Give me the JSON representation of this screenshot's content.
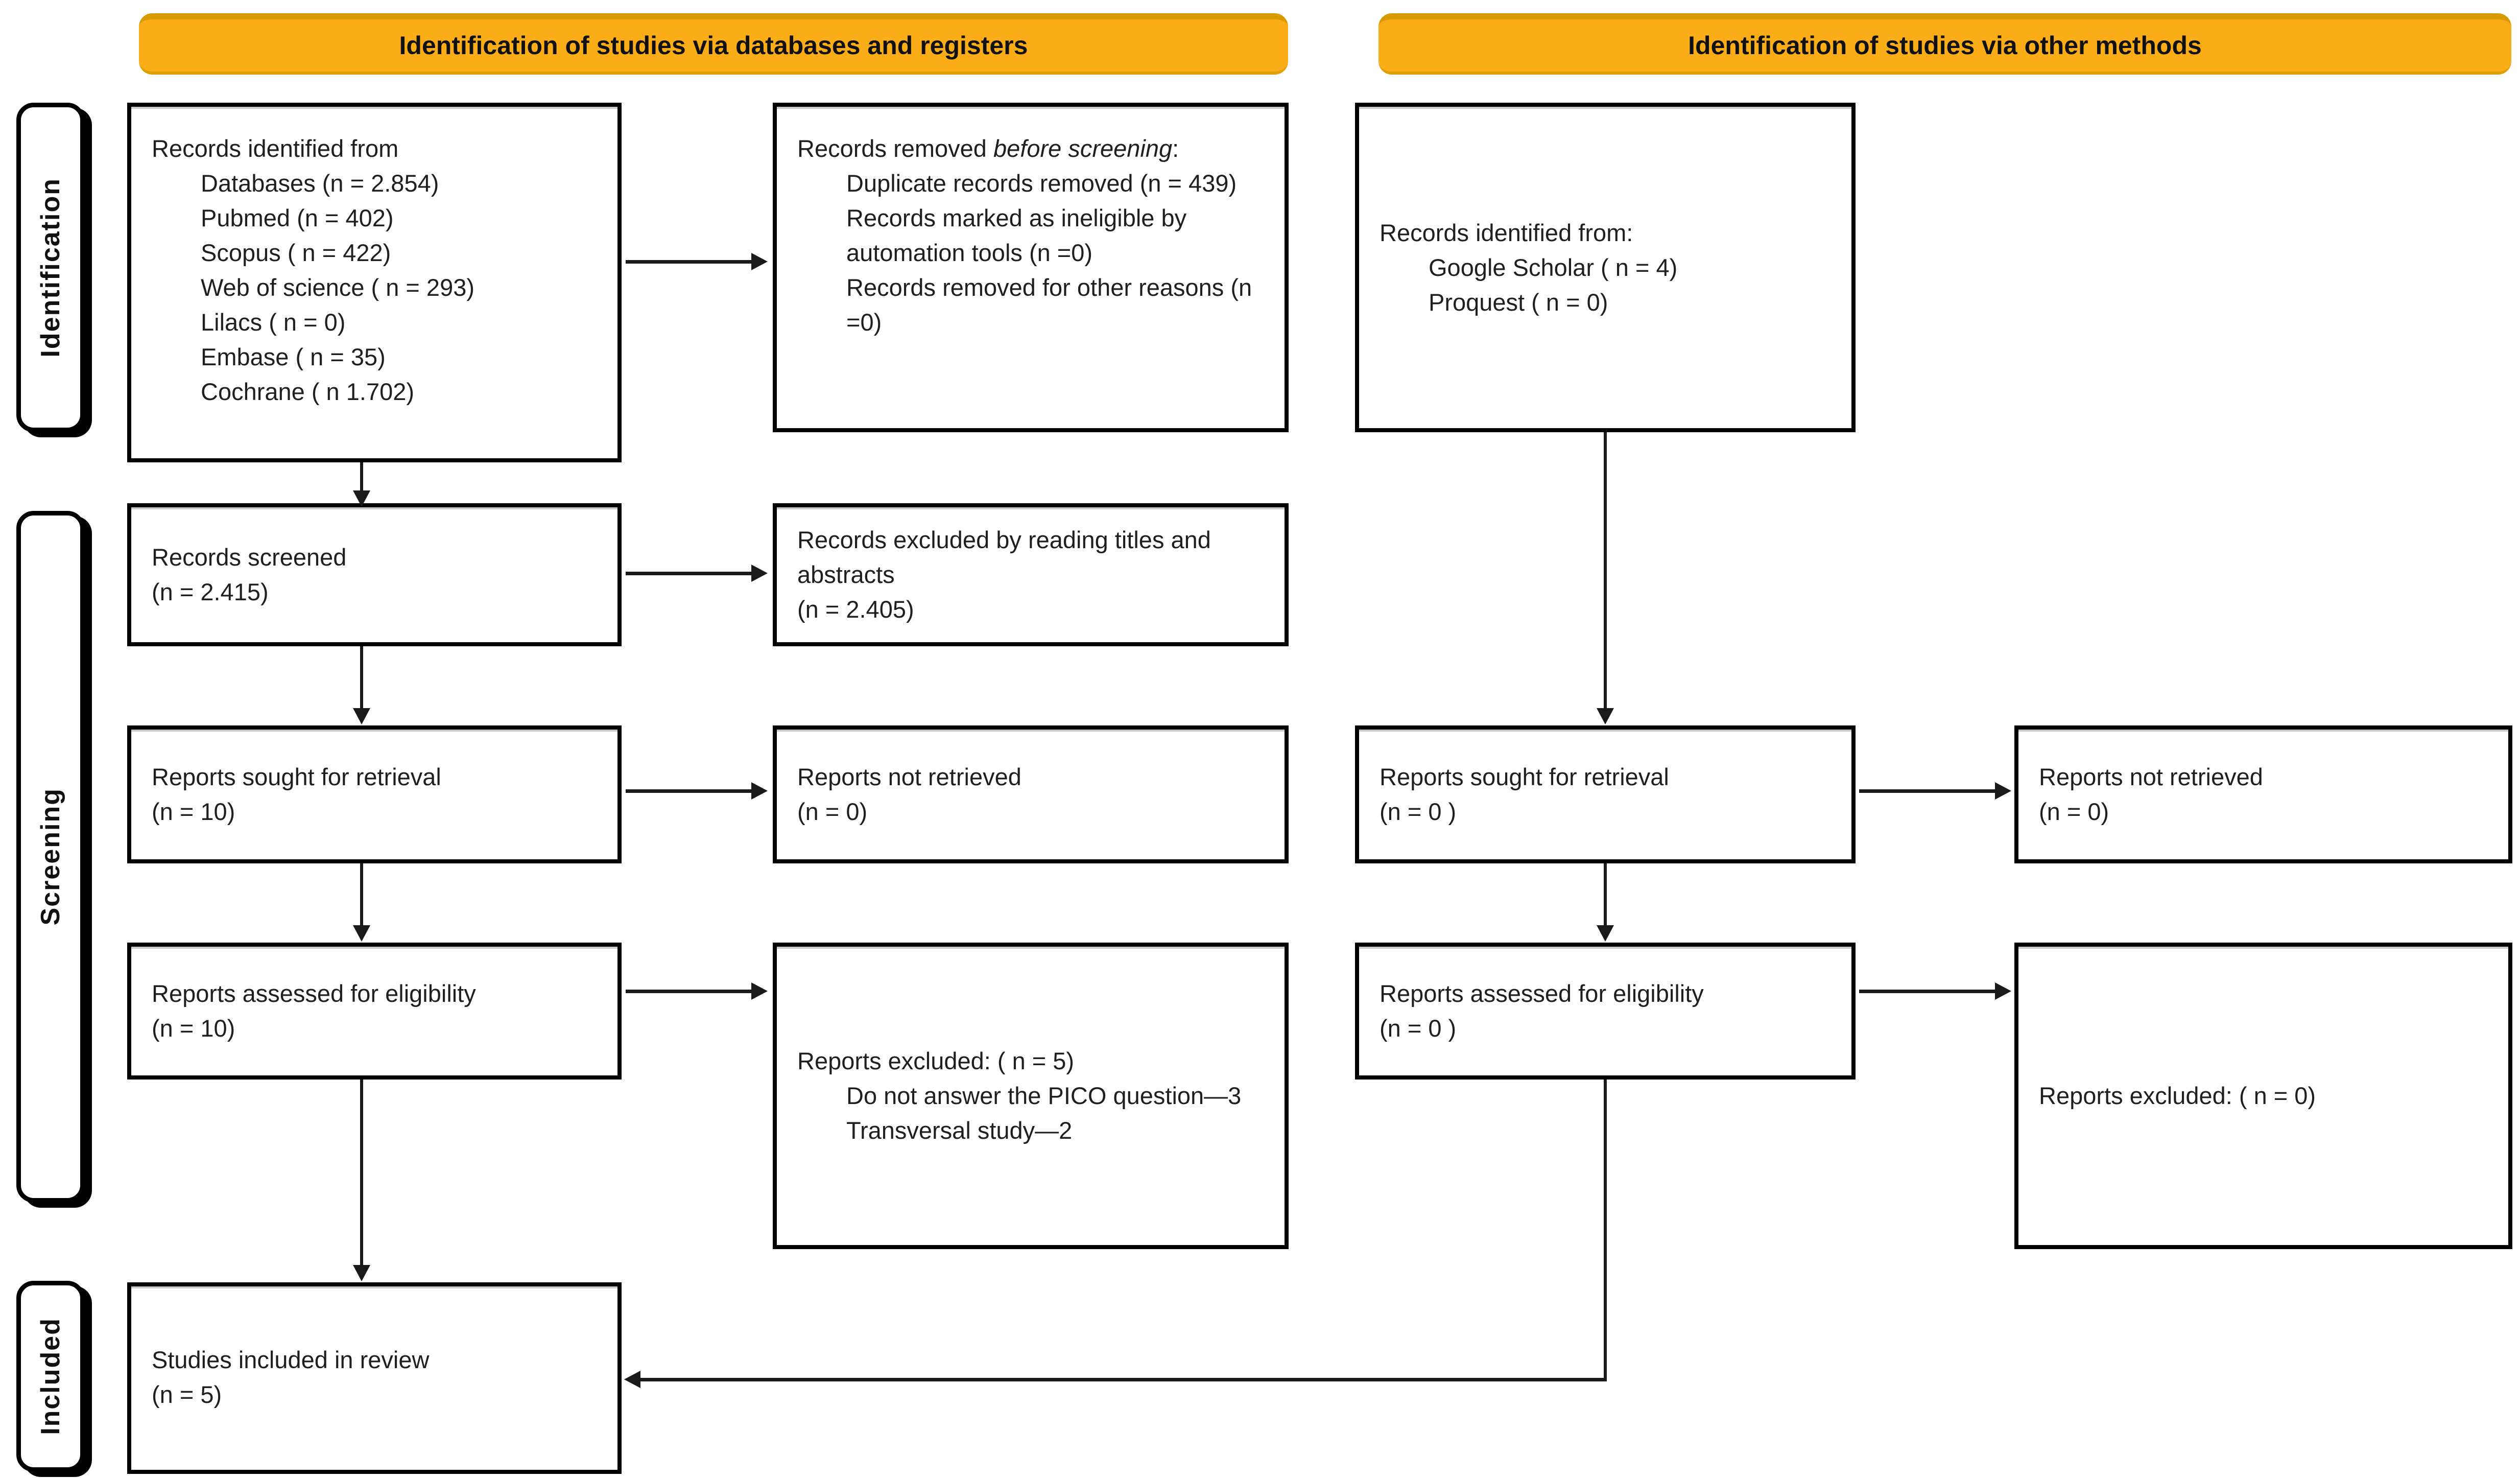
{
  "headers": {
    "databases": "Identification of studies via databases and registers",
    "other_methods": "Identification of studies via other methods"
  },
  "sidebar": {
    "identification": "Identification",
    "screening": "Screening",
    "included": "Included"
  },
  "colors": {
    "header_bg": "#FBAD18",
    "header_bevel": "#D79B00",
    "box_border": "#000000",
    "arrow": "#1a1a1a"
  },
  "boxes": {
    "records_identified_db": {
      "title": "Records identified from",
      "items": [
        "Databases (n = 2.854)",
        "Pubmed (n = 402)",
        "Scopus ( n = 422)",
        "Web of science ( n = 293)",
        "Lilacs ( n = 0)",
        "Embase ( n = 35)",
        "Cochrane ( n 1.702)"
      ]
    },
    "records_removed": {
      "title_pre": "Records removed ",
      "title_italic": "before screening",
      "title_post": ":",
      "items": [
        "Duplicate records removed  (n = 439)",
        "Records marked as ineligible by automation tools (n =0)",
        "Records removed for other reasons (n =0)"
      ]
    },
    "records_screened": {
      "line1": "Records screened",
      "line2": "(n = 2.415)"
    },
    "records_excluded_reading": {
      "line1": "Records excluded by reading titles and abstracts",
      "line2": "(n = 2.405)"
    },
    "reports_sought_db": {
      "line1": "Reports sought for retrieval",
      "line2": "(n = 10)"
    },
    "reports_not_retrieved_db": {
      "line1": "Reports not retrieved",
      "line2": "(n = 0)"
    },
    "reports_assessed_db": {
      "line1": "Reports assessed for eligibility",
      "line2": "(n = 10)"
    },
    "reports_excluded_db": {
      "title": "Reports excluded: ( n = 5)",
      "items": [
        "Do not answer the PICO question—3",
        "Transversal study—2"
      ]
    },
    "studies_included": {
      "line1": "Studies included in review",
      "line2": "(n = 5)"
    },
    "records_identified_other": {
      "title": "Records identified from:",
      "items": [
        "Google Scholar ( n = 4)",
        "Proquest ( n = 0)"
      ]
    },
    "reports_sought_other": {
      "line1": "Reports sought for retrieval",
      "line2": "(n = 0 )"
    },
    "reports_not_retrieved_other": {
      "line1": "Reports not retrieved",
      "line2": "(n = 0)"
    },
    "reports_assessed_other": {
      "line1": "Reports assessed for eligibility",
      "line2": "(n = 0 )"
    },
    "reports_excluded_other": {
      "title": "Reports excluded: ( n = 0)"
    }
  }
}
